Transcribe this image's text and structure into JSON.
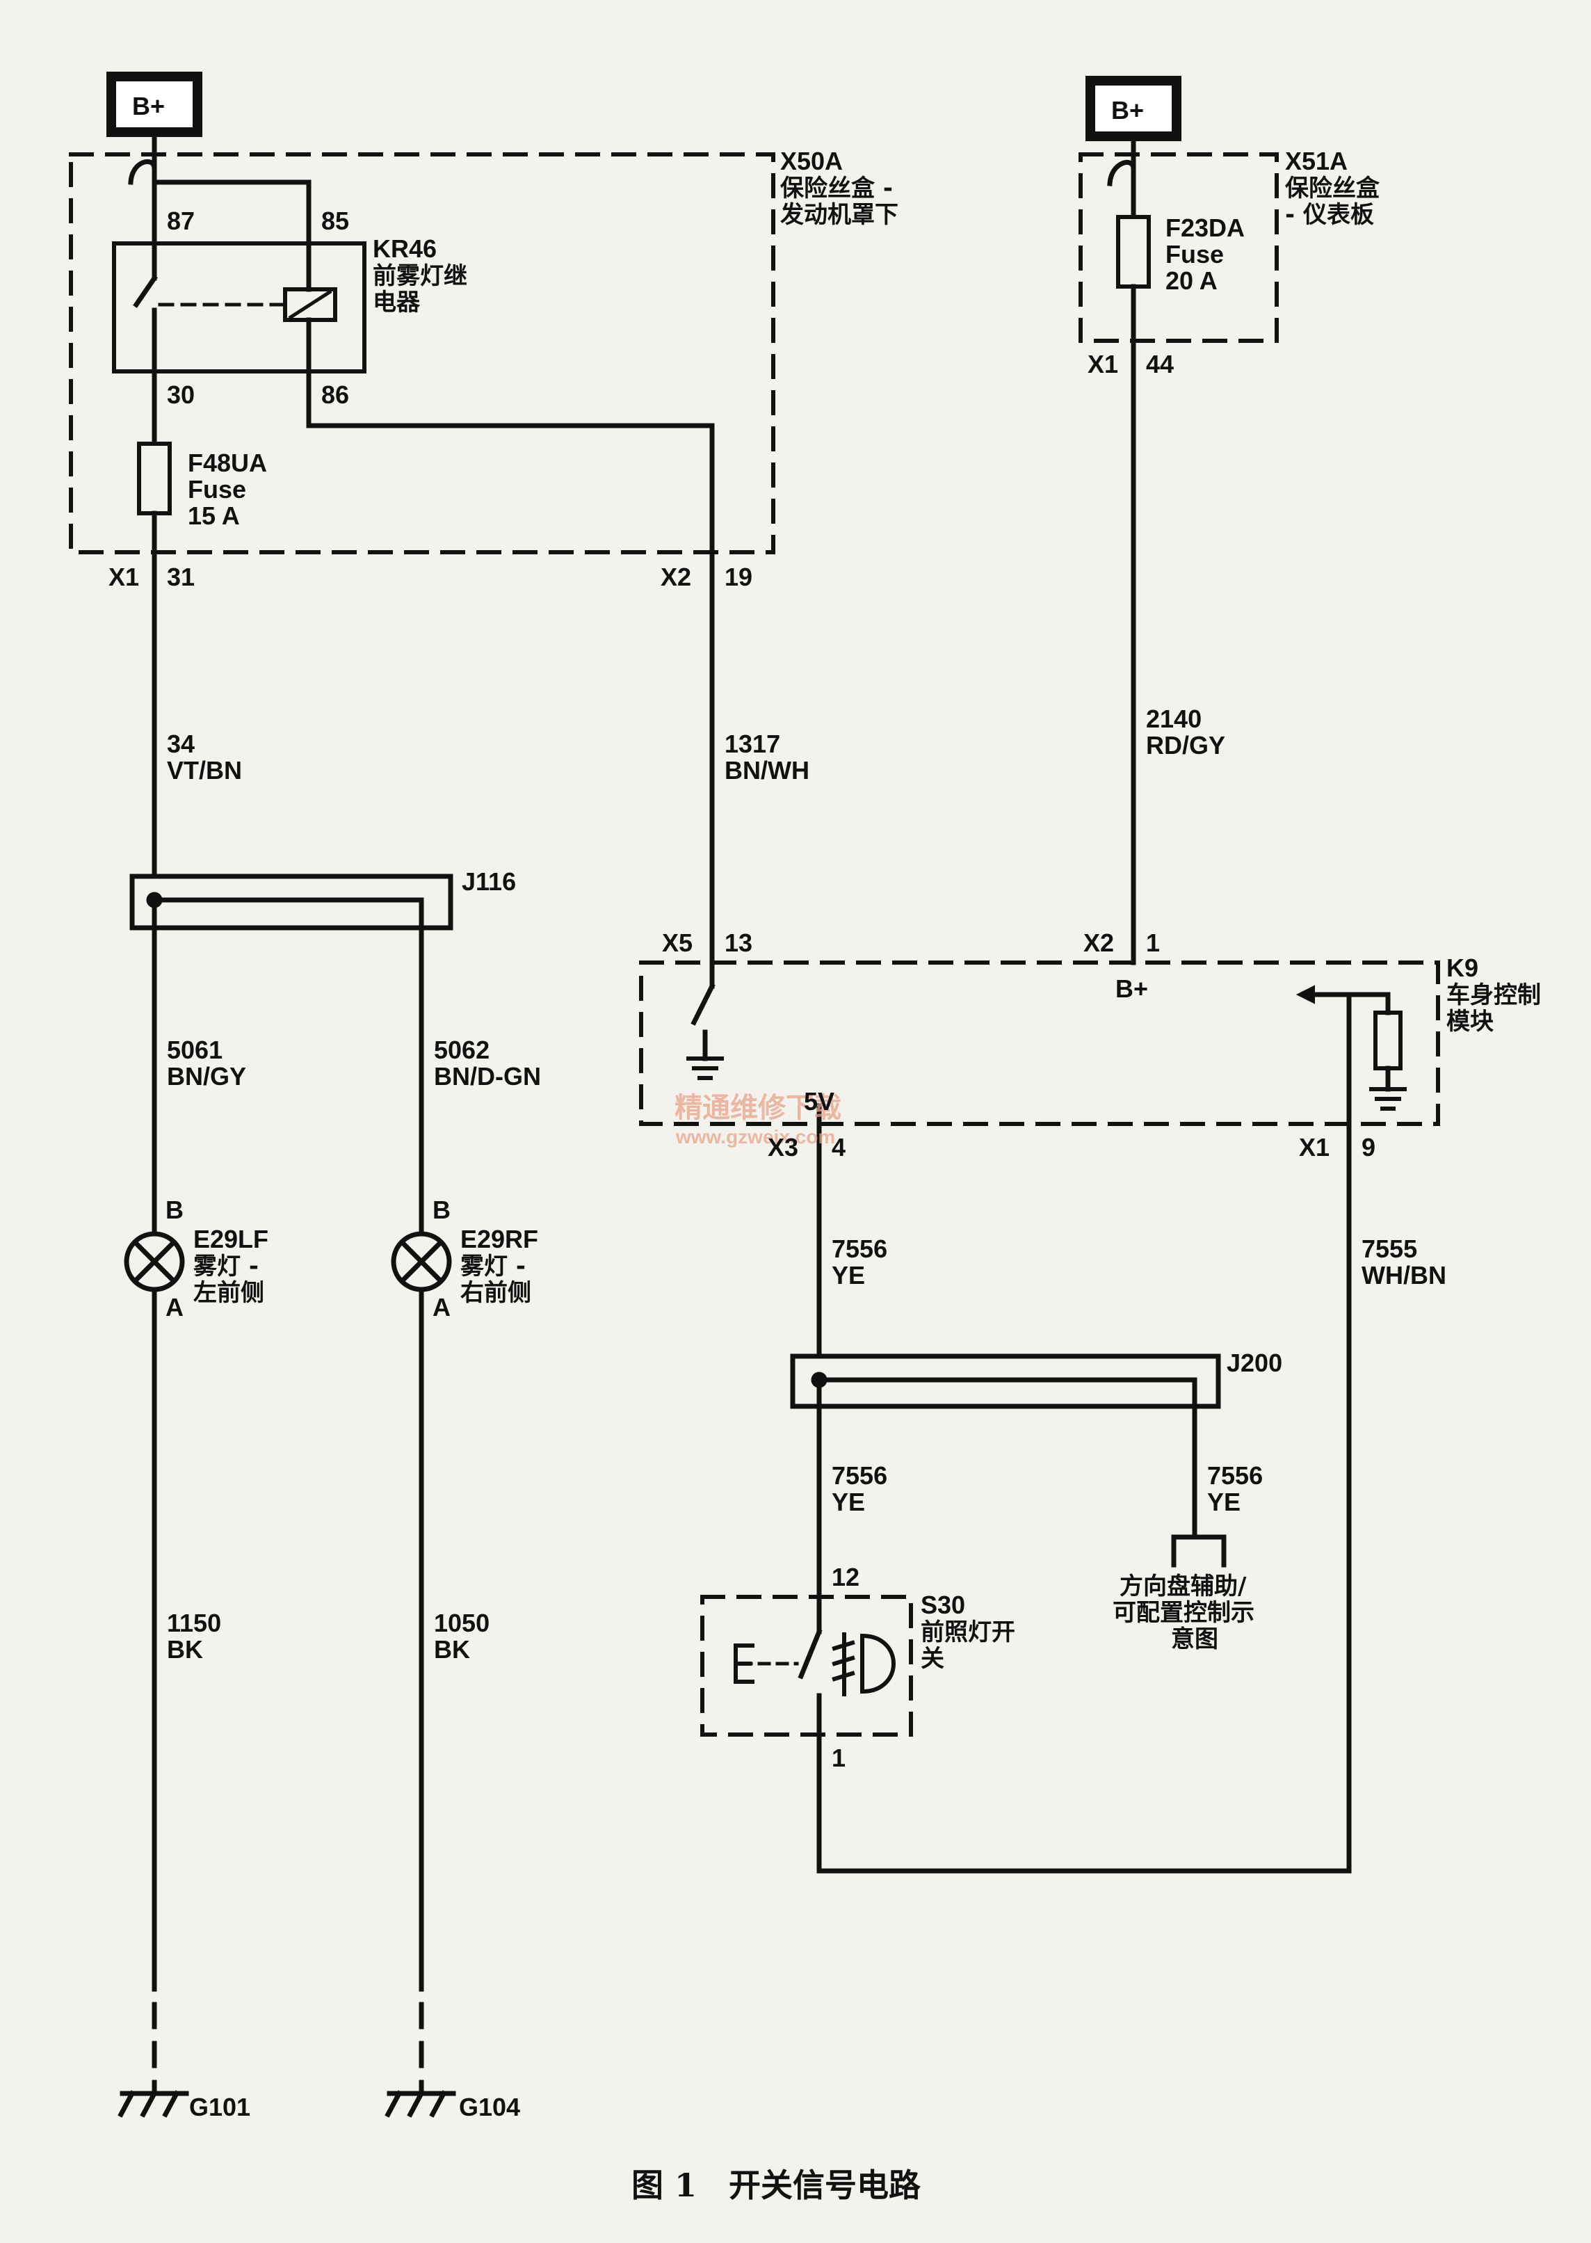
{
  "b_plus_left": "B+",
  "b_plus_right": "B+",
  "x50a": {
    "ref": "X50A",
    "name1": "保险丝盒 -",
    "name2": "发动机罩下"
  },
  "x51a": {
    "ref": "X51A",
    "name1": "保险丝盒",
    "name2": "- 仪表板"
  },
  "kr46": {
    "ref": "KR46",
    "name1": "前雾灯继",
    "name2": "电器",
    "pin87": "87",
    "pin85": "85",
    "pin30": "30",
    "pin86": "86"
  },
  "f48ua": {
    "ref": "F48UA",
    "type": "Fuse",
    "rating": "15 A"
  },
  "f23da": {
    "ref": "F23DA",
    "type": "Fuse",
    "rating": "20 A"
  },
  "conn": {
    "x1_31_c": "X1",
    "x1_31_p": "31",
    "x2_19_c": "X2",
    "x2_19_p": "19",
    "x1_44_c": "X1",
    "x1_44_p": "44",
    "x5_13_c": "X5",
    "x5_13_p": "13",
    "x2_1_c": "X2",
    "x2_1_p": "1",
    "x3_4_c": "X3",
    "x3_4_p": "4",
    "x1_9_c": "X1",
    "x1_9_p": "9"
  },
  "wires": {
    "w34": {
      "num": "34",
      "color": "VT/BN"
    },
    "w1317": {
      "num": "1317",
      "color": "BN/WH"
    },
    "w2140": {
      "num": "2140",
      "color": "RD/GY"
    },
    "w5061": {
      "num": "5061",
      "color": "BN/GY"
    },
    "w5062": {
      "num": "5062",
      "color": "BN/D-GN"
    },
    "w7556a": {
      "num": "7556",
      "color": "YE"
    },
    "w7555": {
      "num": "7555",
      "color": "WH/BN"
    },
    "w7556b": {
      "num": "7556",
      "color": "YE"
    },
    "w7556c": {
      "num": "7556",
      "color": "YE"
    },
    "w1150": {
      "num": "1150",
      "color": "BK"
    },
    "w1050": {
      "num": "1050",
      "color": "BK"
    }
  },
  "j116": "J116",
  "j200": "J200",
  "k9": {
    "ref": "K9",
    "name1": "车身控制",
    "name2": "模块",
    "bplus": "B+",
    "v5": "5V"
  },
  "e29lf": {
    "pin_b": "B",
    "pin_a": "A",
    "ref": "E29LF",
    "name1": "雾灯 -",
    "name2": "左前侧"
  },
  "e29rf": {
    "pin_b": "B",
    "pin_a": "A",
    "ref": "E29RF",
    "name1": "雾灯 -",
    "name2": "右前侧"
  },
  "s30": {
    "ref": "S30",
    "name1": "前照灯开",
    "name2": "关",
    "pin12": "12",
    "pin1": "1"
  },
  "steering": {
    "line1": "方向盘辅助/",
    "line2": "可配置控制示",
    "line3": "意图"
  },
  "grounds": {
    "g101": "G101",
    "g104": "G104"
  },
  "watermark": {
    "line1": "精通维修下载",
    "line2": "www.gzweix.com"
  },
  "caption": "图 1　开关信号电路"
}
